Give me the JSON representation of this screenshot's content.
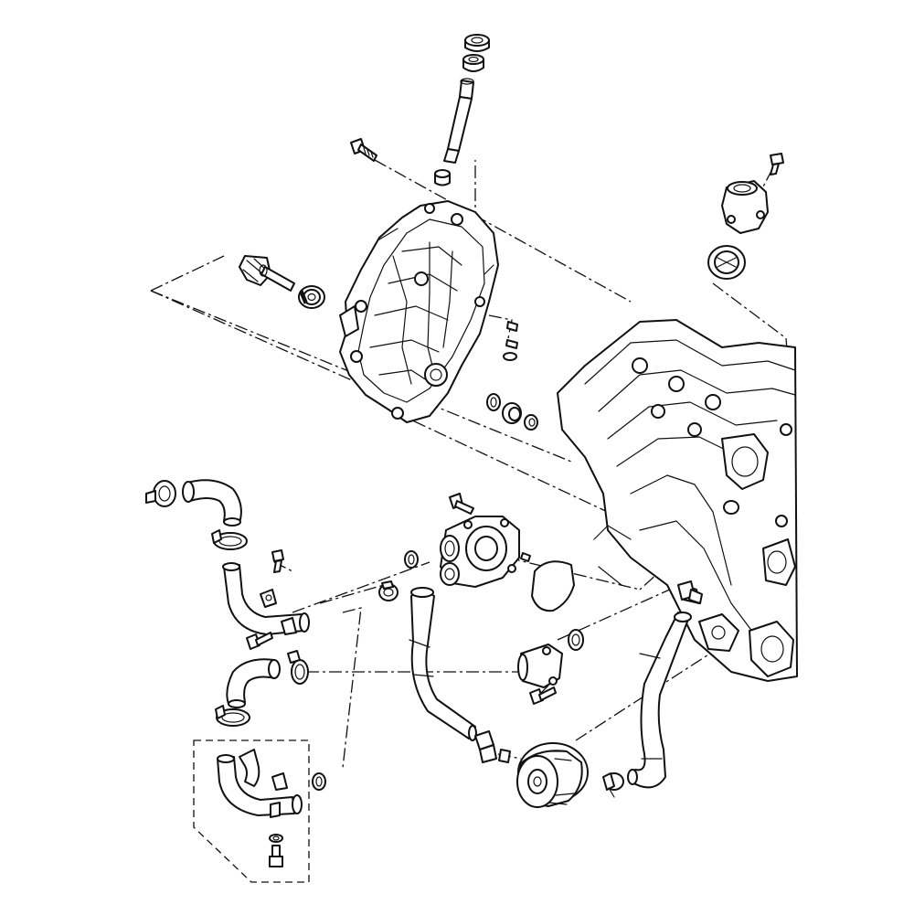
{
  "diagram": {
    "type": "exploded-parts-view",
    "labels": [],
    "palette": {
      "line": "#111111",
      "background": "#ffffff"
    },
    "parts": [
      "seal-small-top",
      "seal-ring",
      "pump-shaft",
      "shaft-collar",
      "cover-bolt",
      "pump-cover-housing",
      "impeller-shaft",
      "shaft-bearing",
      "cover-dowels",
      "cover-seal",
      "cover-bearing",
      "cover-washer",
      "thermostat-bolt",
      "thermostat-housing",
      "thermostat",
      "engine-block",
      "elbow-hose-upper",
      "hose-clamp",
      "elbow-pipe-left",
      "pipe-bolt",
      "pipe-bolt-lower",
      "o-ring-small",
      "clamp-small",
      "water-pump-body",
      "pump-bolt",
      "pump-pin",
      "pump-gasket",
      "pump-hose-center",
      "o-ring-right",
      "outlet-fitting",
      "fitting-bolt",
      "elbow-hose-lower",
      "clamp-lower",
      "clamp-mid",
      "pipe-assembly-lower",
      "washer-lower",
      "bolt-lower",
      "o-ring-lower",
      "pump-pulley",
      "hose-clamp-pulley",
      "return-hose",
      "hose-fitting",
      "clamp-fitting"
    ]
  }
}
